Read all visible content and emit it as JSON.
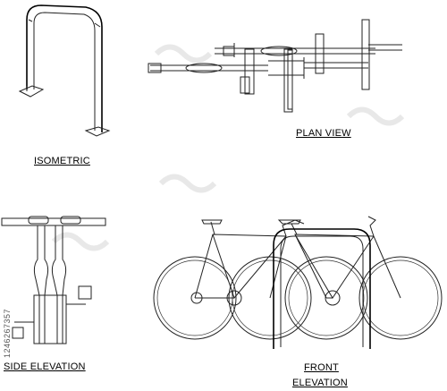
{
  "labels": {
    "isometric": "ISOMETRIC",
    "plan_view": "PLAN VIEW",
    "side_elevation": "SIDE ELEVATION",
    "front_elevation_line1": "FRONT",
    "front_elevation_line2": "ELEVATION"
  },
  "stock_id": "1246267357",
  "colors": {
    "line": "#222222",
    "background": "#ffffff"
  }
}
